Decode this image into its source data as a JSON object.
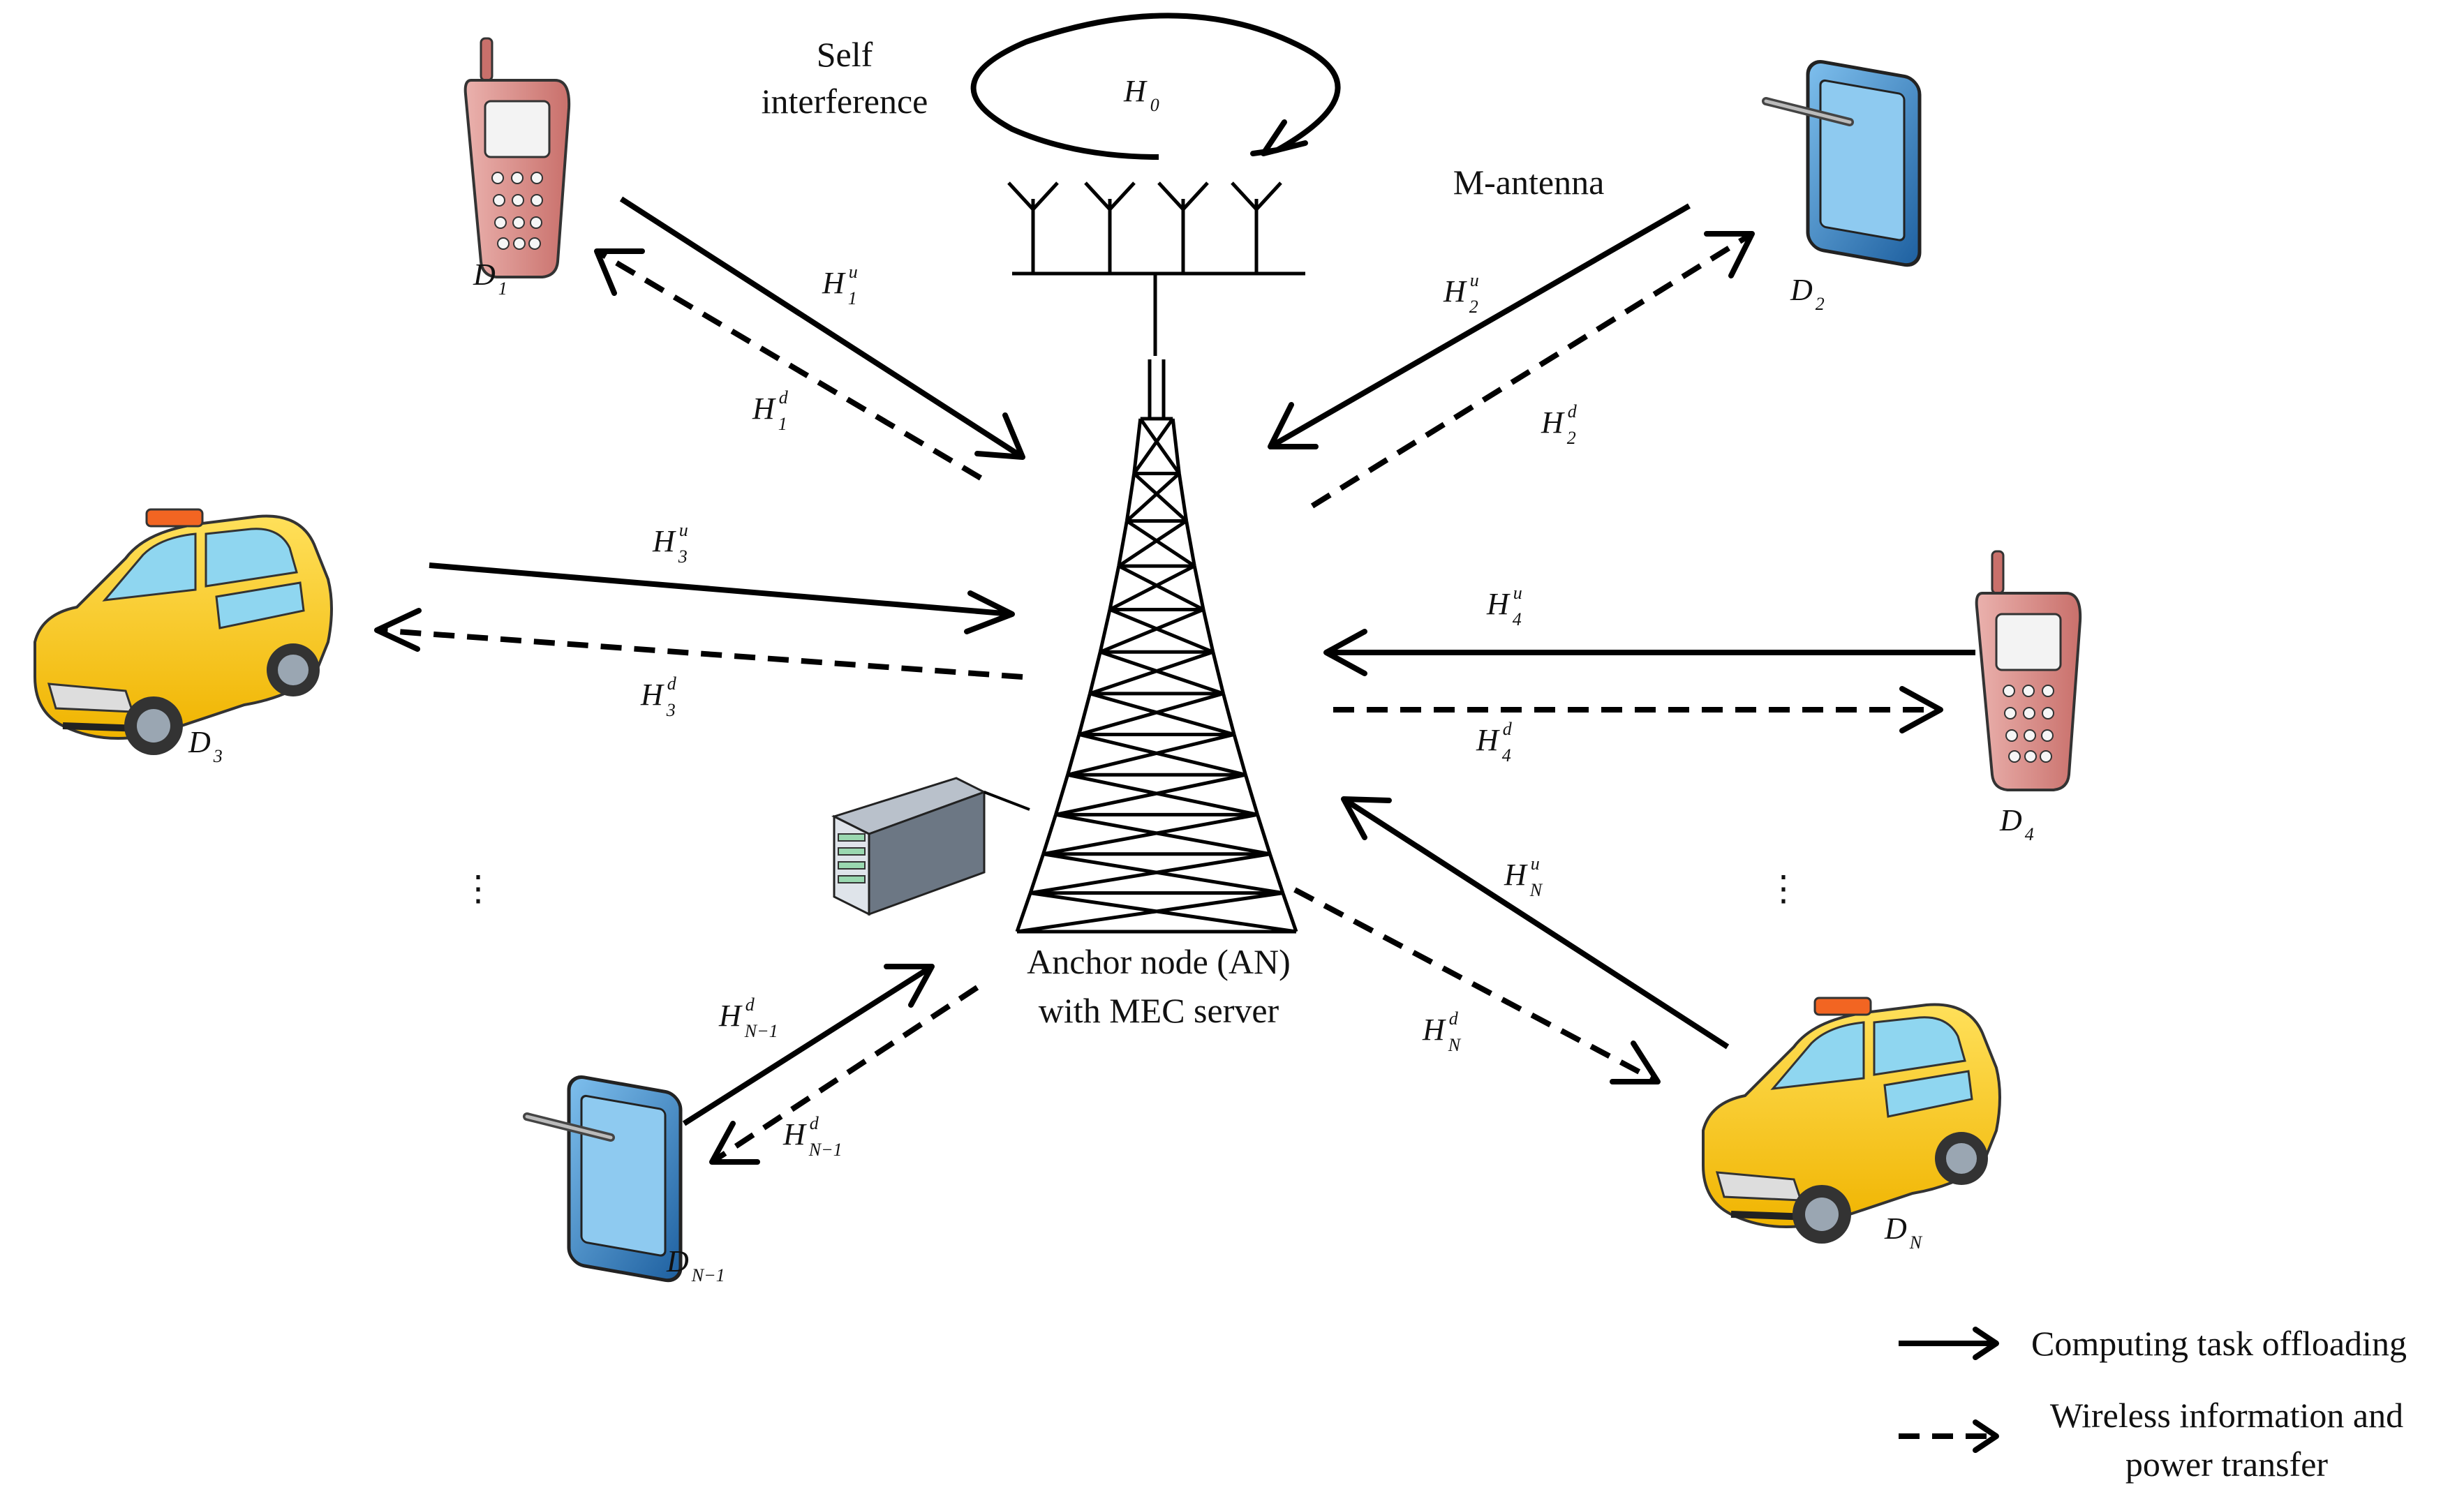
{
  "labels": {
    "self_interference_line1": "Self",
    "self_interference_line2": "interference",
    "m_antenna": "M-antenna",
    "anchor_line1": "Anchor node (AN)",
    "anchor_line2": "with MEC server",
    "h0_base": "H",
    "h0_sub": "0"
  },
  "legend": {
    "solid_label": "Computing task offloading",
    "dashed_label_line1": "Wireless information and",
    "dashed_label_line2": "power transfer"
  },
  "devices": [
    {
      "id": "d1",
      "base": "D",
      "sub": "1",
      "icon": "cell-phone-icon"
    },
    {
      "id": "d2",
      "base": "D",
      "sub": "2",
      "icon": "tablet-icon"
    },
    {
      "id": "d3",
      "base": "D",
      "sub": "3",
      "icon": "taxi-icon"
    },
    {
      "id": "d4",
      "base": "D",
      "sub": "4",
      "icon": "cell-phone-icon"
    },
    {
      "id": "dn1",
      "base": "D",
      "sub": "N−1",
      "icon": "tablet-icon"
    },
    {
      "id": "dn",
      "base": "D",
      "sub": "N",
      "icon": "taxi-icon"
    }
  ],
  "channels": [
    {
      "id": "h1u",
      "base": "H",
      "sup": "u",
      "sub": "1"
    },
    {
      "id": "h1d",
      "base": "H",
      "sup": "d",
      "sub": "1"
    },
    {
      "id": "h2u",
      "base": "H",
      "sup": "u",
      "sub": "2"
    },
    {
      "id": "h2d",
      "base": "H",
      "sup": "d",
      "sub": "2"
    },
    {
      "id": "h3u",
      "base": "H",
      "sup": "u",
      "sub": "3"
    },
    {
      "id": "h3d",
      "base": "H",
      "sup": "d",
      "sub": "3"
    },
    {
      "id": "h4u",
      "base": "H",
      "sup": "u",
      "sub": "4"
    },
    {
      "id": "h4d",
      "base": "H",
      "sup": "d",
      "sub": "4"
    },
    {
      "id": "hnu",
      "base": "H",
      "sup": "u",
      "sub": "N"
    },
    {
      "id": "hnd",
      "base": "H",
      "sup": "d",
      "sub": "N"
    },
    {
      "id": "hn1a",
      "base": "H",
      "sup": "d",
      "sub": "N−1"
    },
    {
      "id": "hn1b",
      "base": "H",
      "sup": "d",
      "sub": "N−1"
    }
  ],
  "ellipsis": "⋮",
  "colors": {
    "phone": "#d98a86",
    "tablet": "#1f6fb8",
    "taxi": "#f7c928",
    "server": "#6c7784"
  }
}
